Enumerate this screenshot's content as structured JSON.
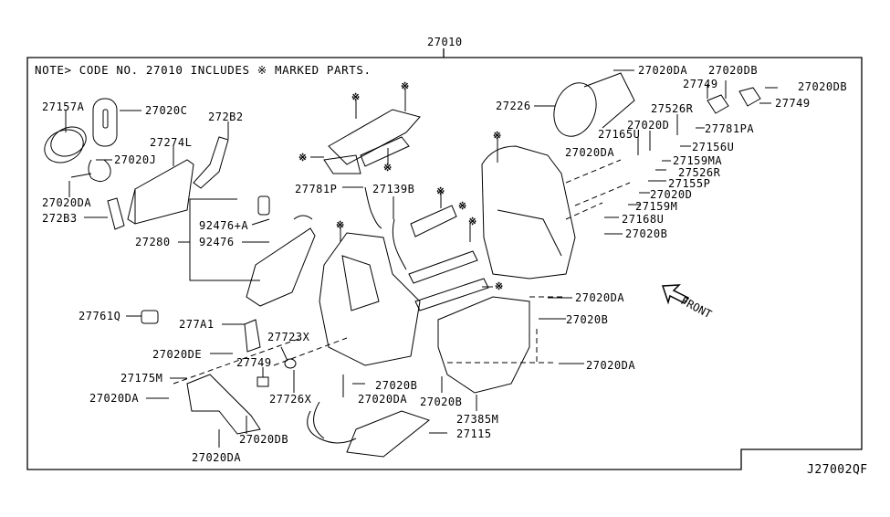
{
  "diagram": {
    "assembly_code": "27010",
    "note": "NOTE> CODE NO. 27010 INCLUDES ※ MARKED PARTS.",
    "diagram_id": "J27002QF",
    "direction_label": "FRONT",
    "marked_symbol": "※",
    "callouts": [
      {
        "id": "c1",
        "text": "27157A"
      },
      {
        "id": "c2",
        "text": "27020C"
      },
      {
        "id": "c3",
        "text": "272B2"
      },
      {
        "id": "c4",
        "text": "27274L"
      },
      {
        "id": "c5",
        "text": "27020J"
      },
      {
        "id": "c6",
        "text": "27020DA"
      },
      {
        "id": "c7",
        "text": "272B3"
      },
      {
        "id": "c8",
        "text": "92476+A"
      },
      {
        "id": "c9",
        "text": "27280"
      },
      {
        "id": "c10",
        "text": "92476"
      },
      {
        "id": "c11",
        "text": "27781P"
      },
      {
        "id": "c12",
        "text": "27139B"
      },
      {
        "id": "c13",
        "text": "27226"
      },
      {
        "id": "c14",
        "text": "27020DA"
      },
      {
        "id": "c15",
        "text": "27020DB"
      },
      {
        "id": "c16",
        "text": "27749"
      },
      {
        "id": "c17",
        "text": "27020DB"
      },
      {
        "id": "c18",
        "text": "27749"
      },
      {
        "id": "c19",
        "text": "27526R"
      },
      {
        "id": "c20",
        "text": "27781PA"
      },
      {
        "id": "c21",
        "text": "27020D"
      },
      {
        "id": "c22",
        "text": "27165U"
      },
      {
        "id": "c23",
        "text": "27156U"
      },
      {
        "id": "c24",
        "text": "27020DA"
      },
      {
        "id": "c25",
        "text": "27159MA"
      },
      {
        "id": "c26",
        "text": "27526R"
      },
      {
        "id": "c27",
        "text": "27155P"
      },
      {
        "id": "c28",
        "text": "27020D"
      },
      {
        "id": "c29",
        "text": "27159M"
      },
      {
        "id": "c30",
        "text": "27168U"
      },
      {
        "id": "c31",
        "text": "27020B"
      },
      {
        "id": "c32",
        "text": "27020DA"
      },
      {
        "id": "c33",
        "text": "27020B"
      },
      {
        "id": "c34",
        "text": "27020DA"
      },
      {
        "id": "c35",
        "text": "27761Q"
      },
      {
        "id": "c36",
        "text": "277A1"
      },
      {
        "id": "c37",
        "text": "27723X"
      },
      {
        "id": "c38",
        "text": "27020DE"
      },
      {
        "id": "c39",
        "text": "27749"
      },
      {
        "id": "c40",
        "text": "27175M"
      },
      {
        "id": "c41",
        "text": "27020DA"
      },
      {
        "id": "c42",
        "text": "27726X"
      },
      {
        "id": "c43",
        "text": "27020B"
      },
      {
        "id": "c44",
        "text": "27020DA"
      },
      {
        "id": "c45",
        "text": "27020B"
      },
      {
        "id": "c46",
        "text": "27385M"
      },
      {
        "id": "c47",
        "text": "27020DB"
      },
      {
        "id": "c48",
        "text": "27115"
      },
      {
        "id": "c49",
        "text": "27020DA"
      }
    ]
  }
}
